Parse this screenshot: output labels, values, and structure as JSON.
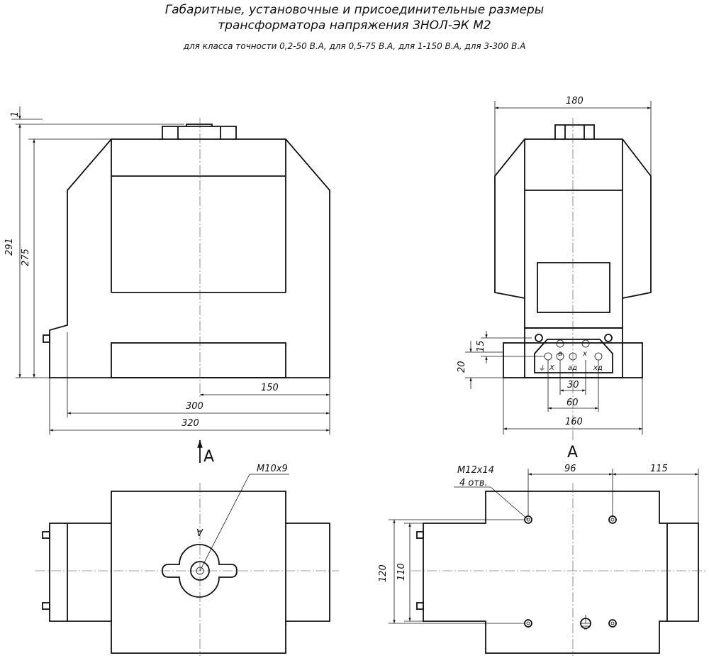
{
  "title": {
    "line1": "Габаритные, установочные и присоединительные размеры",
    "line2": "трансформатора напряжения ЗНОЛ-ЭК М2",
    "subtitle": "для класса точности 0,2-50 В.А, для 0,5-75 В.А, для 1-150 В.А, для 3-300 В.А"
  },
  "dimensions": {
    "d1": "1",
    "d291": "291",
    "d275": "275",
    "d150": "150",
    "d300": "300",
    "d320": "320",
    "d180": "180",
    "d15": "15",
    "d20": "20",
    "d30": "30",
    "d60": "60",
    "d160": "160",
    "d96": "96",
    "d115": "115",
    "d120": "120",
    "d110": "110"
  },
  "labels": {
    "view_a_arrow": "A",
    "view_a_title": "A",
    "view_a_mark": "A",
    "thread_m10": "M10x9",
    "thread_m12": "M12x14",
    "holes_count": "4 отв."
  },
  "terminals": {
    "a": "a",
    "x": "x",
    "ad": "aд",
    "xd": "xд",
    "X": "X",
    "ground": "⏚"
  }
}
